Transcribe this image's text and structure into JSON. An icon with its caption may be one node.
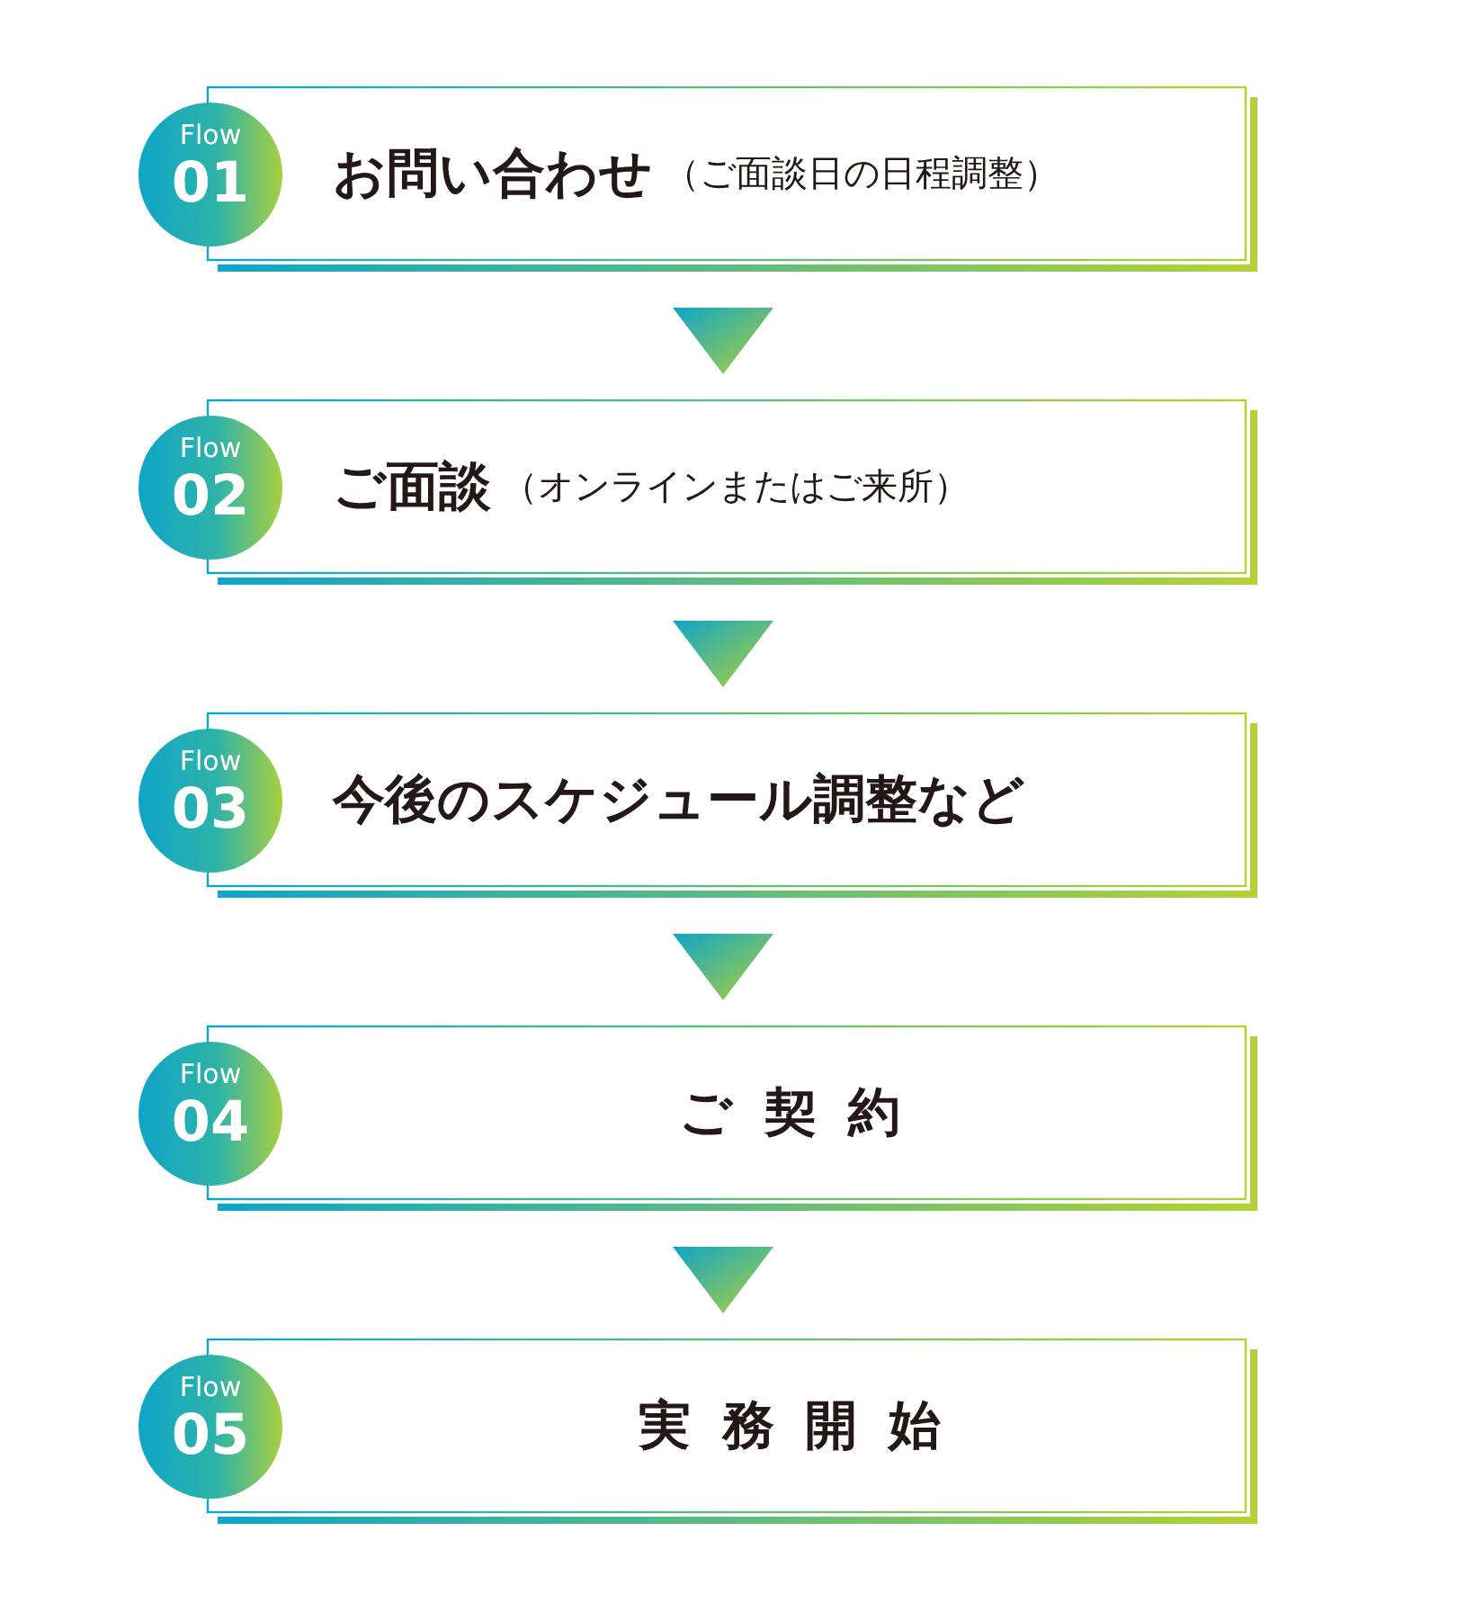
{
  "diagram": {
    "nodes": [
      {
        "text": [
          "Flow",
          "01"
        ]
      },
      {
        "text": [
          "お問い合わせ",
          "（ご面談日の日程調整）"
        ]
      },
      {
        "text": [
          "Flow",
          "02"
        ]
      },
      {
        "text": [
          "ご面談",
          "（オンラインまたはご来所）"
        ]
      },
      {
        "text": [
          "Flow",
          "03"
        ]
      },
      {
        "text": [
          "今後のスケジュール調整など"
        ]
      },
      {
        "text": [
          "Flow",
          "04"
        ]
      },
      {
        "text": [
          "ご契約"
        ]
      },
      {
        "text": [
          "Flow",
          "05"
        ]
      },
      {
        "text": [
          "実務開始"
        ]
      }
    ],
    "edges": [
      {
        "from": 1,
        "to": 3,
        "arrow": "to"
      },
      {
        "from": 3,
        "to": 5,
        "arrow": "to"
      },
      {
        "from": 5,
        "to": 7,
        "arrow": "to"
      },
      {
        "from": 7,
        "to": 9,
        "arrow": "to"
      }
    ]
  }
}
